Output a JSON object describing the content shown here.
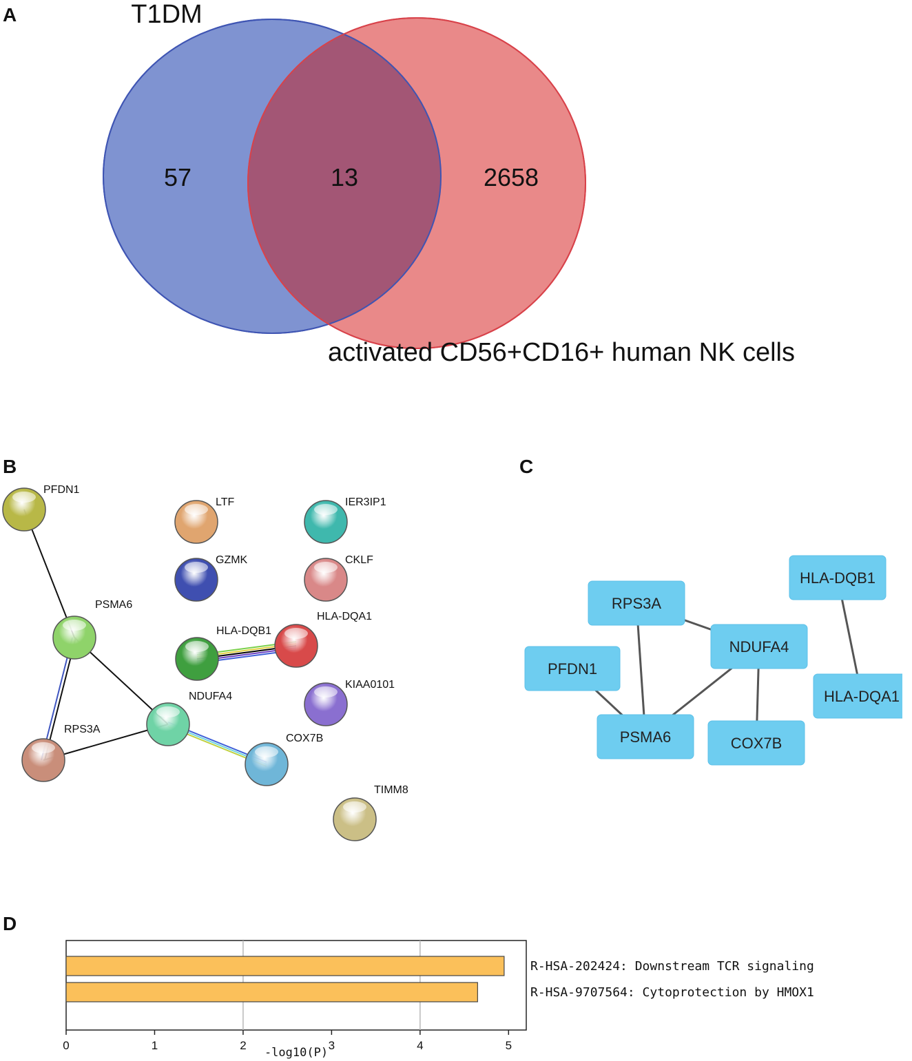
{
  "panels": {
    "a": "A",
    "b": "B",
    "c": "C",
    "d": "D"
  },
  "venn": {
    "set_left": "T1DM",
    "set_right": "activated CD56+CD16+ human NK cells",
    "left_only": "57",
    "overlap": "13",
    "right_only": "2658",
    "colors": {
      "left": "#5b74c4",
      "right": "#e05c5c",
      "overlap": "#a35675"
    }
  },
  "string_network": {
    "nodes": [
      {
        "id": "PFDN1",
        "label": "PFDN1",
        "color": "#b8b847"
      },
      {
        "id": "LTF",
        "label": "LTF",
        "color": "#e0a56f"
      },
      {
        "id": "IER3IP1",
        "label": "IER3IP1",
        "color": "#3fb8ad"
      },
      {
        "id": "GZMK",
        "label": "GZMK",
        "color": "#3f4fb0"
      },
      {
        "id": "CKLF",
        "label": "CKLF",
        "color": "#d98888"
      },
      {
        "id": "PSMA6",
        "label": "PSMA6",
        "color": "#8fd36a"
      },
      {
        "id": "HLA-DQB1",
        "label": "HLA-DQB1",
        "color": "#3f9f3f"
      },
      {
        "id": "HLA-DQA1",
        "label": "HLA-DQA1",
        "color": "#d84a4a"
      },
      {
        "id": "KIAA0101",
        "label": "KIAA0101",
        "color": "#8a6fd0"
      },
      {
        "id": "NDUFA4",
        "label": "NDUFA4",
        "color": "#6fd3a6"
      },
      {
        "id": "RPS3A",
        "label": "RPS3A",
        "color": "#c98e7a"
      },
      {
        "id": "COX7B",
        "label": "COX7B",
        "color": "#6fb6d8"
      },
      {
        "id": "TIMM8",
        "label": "TIMM8",
        "color": "#cbbf86"
      }
    ],
    "edges": [
      {
        "from": "PFDN1",
        "to": "PSMA6"
      },
      {
        "from": "PSMA6",
        "to": "NDUFA4"
      },
      {
        "from": "PSMA6",
        "to": "RPS3A"
      },
      {
        "from": "RPS3A",
        "to": "NDUFA4"
      },
      {
        "from": "NDUFA4",
        "to": "COX7B"
      },
      {
        "from": "HLA-DQB1",
        "to": "HLA-DQA1"
      }
    ]
  },
  "cytoscape_network": {
    "node_color": "#6ecdf0",
    "nodes": [
      {
        "id": "HLA-DQB1",
        "label": "HLA-DQB1"
      },
      {
        "id": "RPS3A",
        "label": "RPS3A"
      },
      {
        "id": "NDUFA4",
        "label": "NDUFA4"
      },
      {
        "id": "PFDN1",
        "label": "PFDN1"
      },
      {
        "id": "HLA-DQA1",
        "label": "HLA-DQA1"
      },
      {
        "id": "PSMA6",
        "label": "PSMA6"
      },
      {
        "id": "COX7B",
        "label": "COX7B"
      }
    ],
    "edges": [
      {
        "from": "RPS3A",
        "to": "NDUFA4"
      },
      {
        "from": "RPS3A",
        "to": "PSMA6"
      },
      {
        "from": "PFDN1",
        "to": "PSMA6"
      },
      {
        "from": "NDUFA4",
        "to": "PSMA6"
      },
      {
        "from": "NDUFA4",
        "to": "COX7B"
      },
      {
        "from": "HLA-DQB1",
        "to": "HLA-DQA1"
      }
    ]
  },
  "chart_data": {
    "type": "bar",
    "orientation": "horizontal",
    "categories": [
      "R-HSA-202424: Downstream TCR signaling",
      "R-HSA-9707564: Cytoprotection by HMOX1"
    ],
    "values": [
      4.95,
      4.65
    ],
    "xlabel": "-log10(P)",
    "xlim": [
      0,
      5.2
    ],
    "xticks": [
      0,
      1,
      2,
      3,
      4,
      5
    ],
    "grid": true,
    "bar_color": "#fbc05a"
  }
}
